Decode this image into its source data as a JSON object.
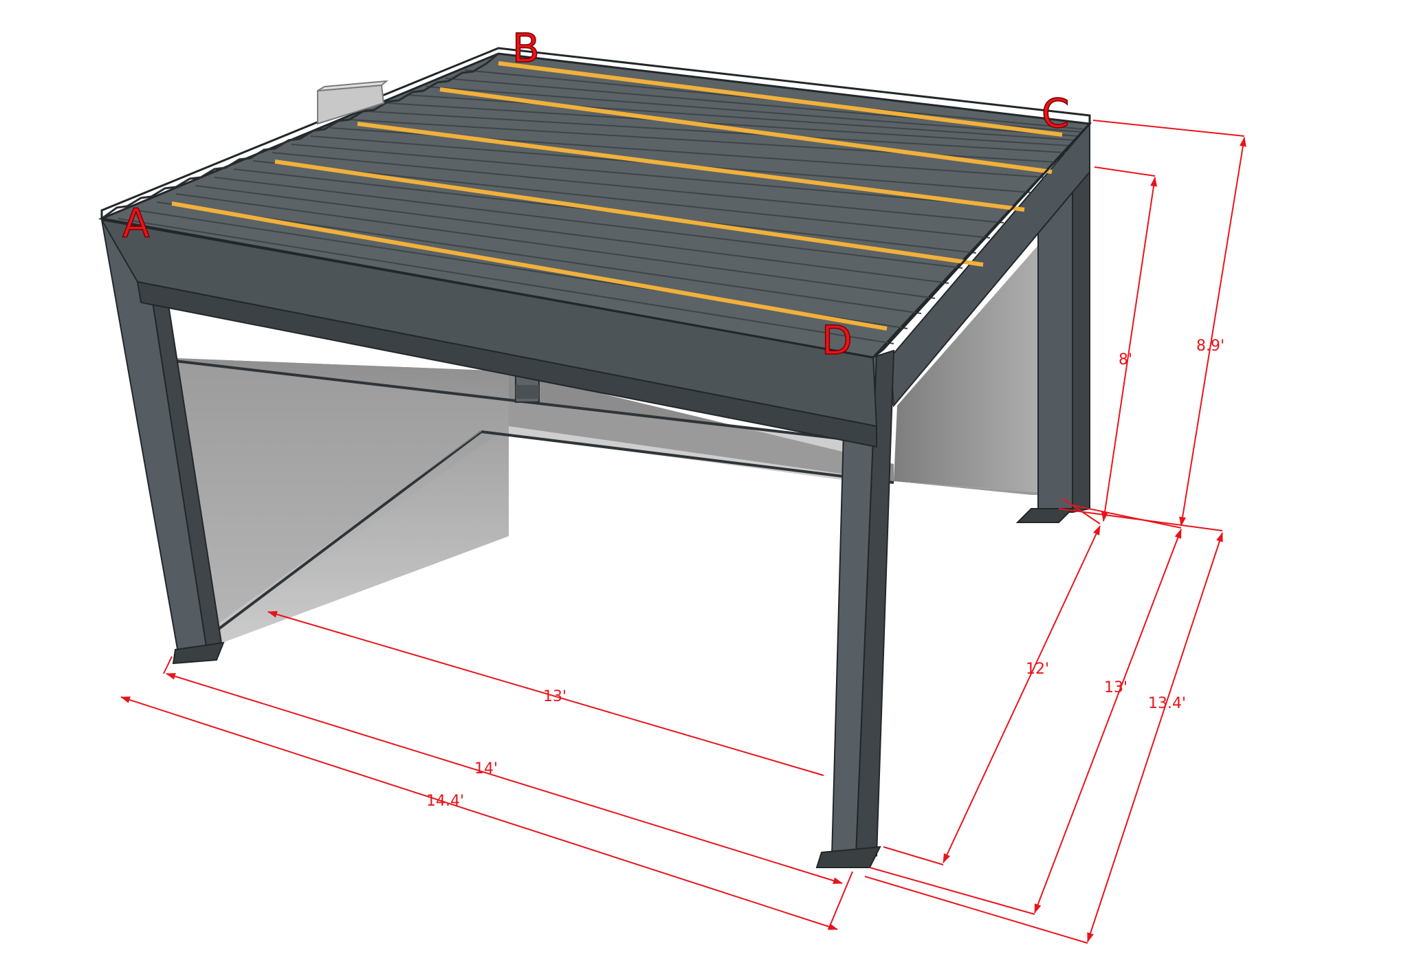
{
  "corners": {
    "a": "A",
    "b": "B",
    "c": "C",
    "d": "D"
  },
  "dimensions": {
    "front_inner": "13'",
    "front_mid": "14'",
    "front_outer": "14.4'",
    "side_inner": "12'",
    "side_mid": "13'",
    "side_outer": "13.4'",
    "height_inner": "8'",
    "height_outer": "8.9'"
  },
  "colors": {
    "frame": "#4f565b",
    "frame_dark": "#3d4346",
    "frame_light": "#626a6f",
    "louver": "#5b6367",
    "louver_light": "#737b80",
    "slat_accent": "#f2b13a",
    "screen": "#a9a9a9",
    "dimension": "#e8141b",
    "corner_label": "#e8141b"
  }
}
